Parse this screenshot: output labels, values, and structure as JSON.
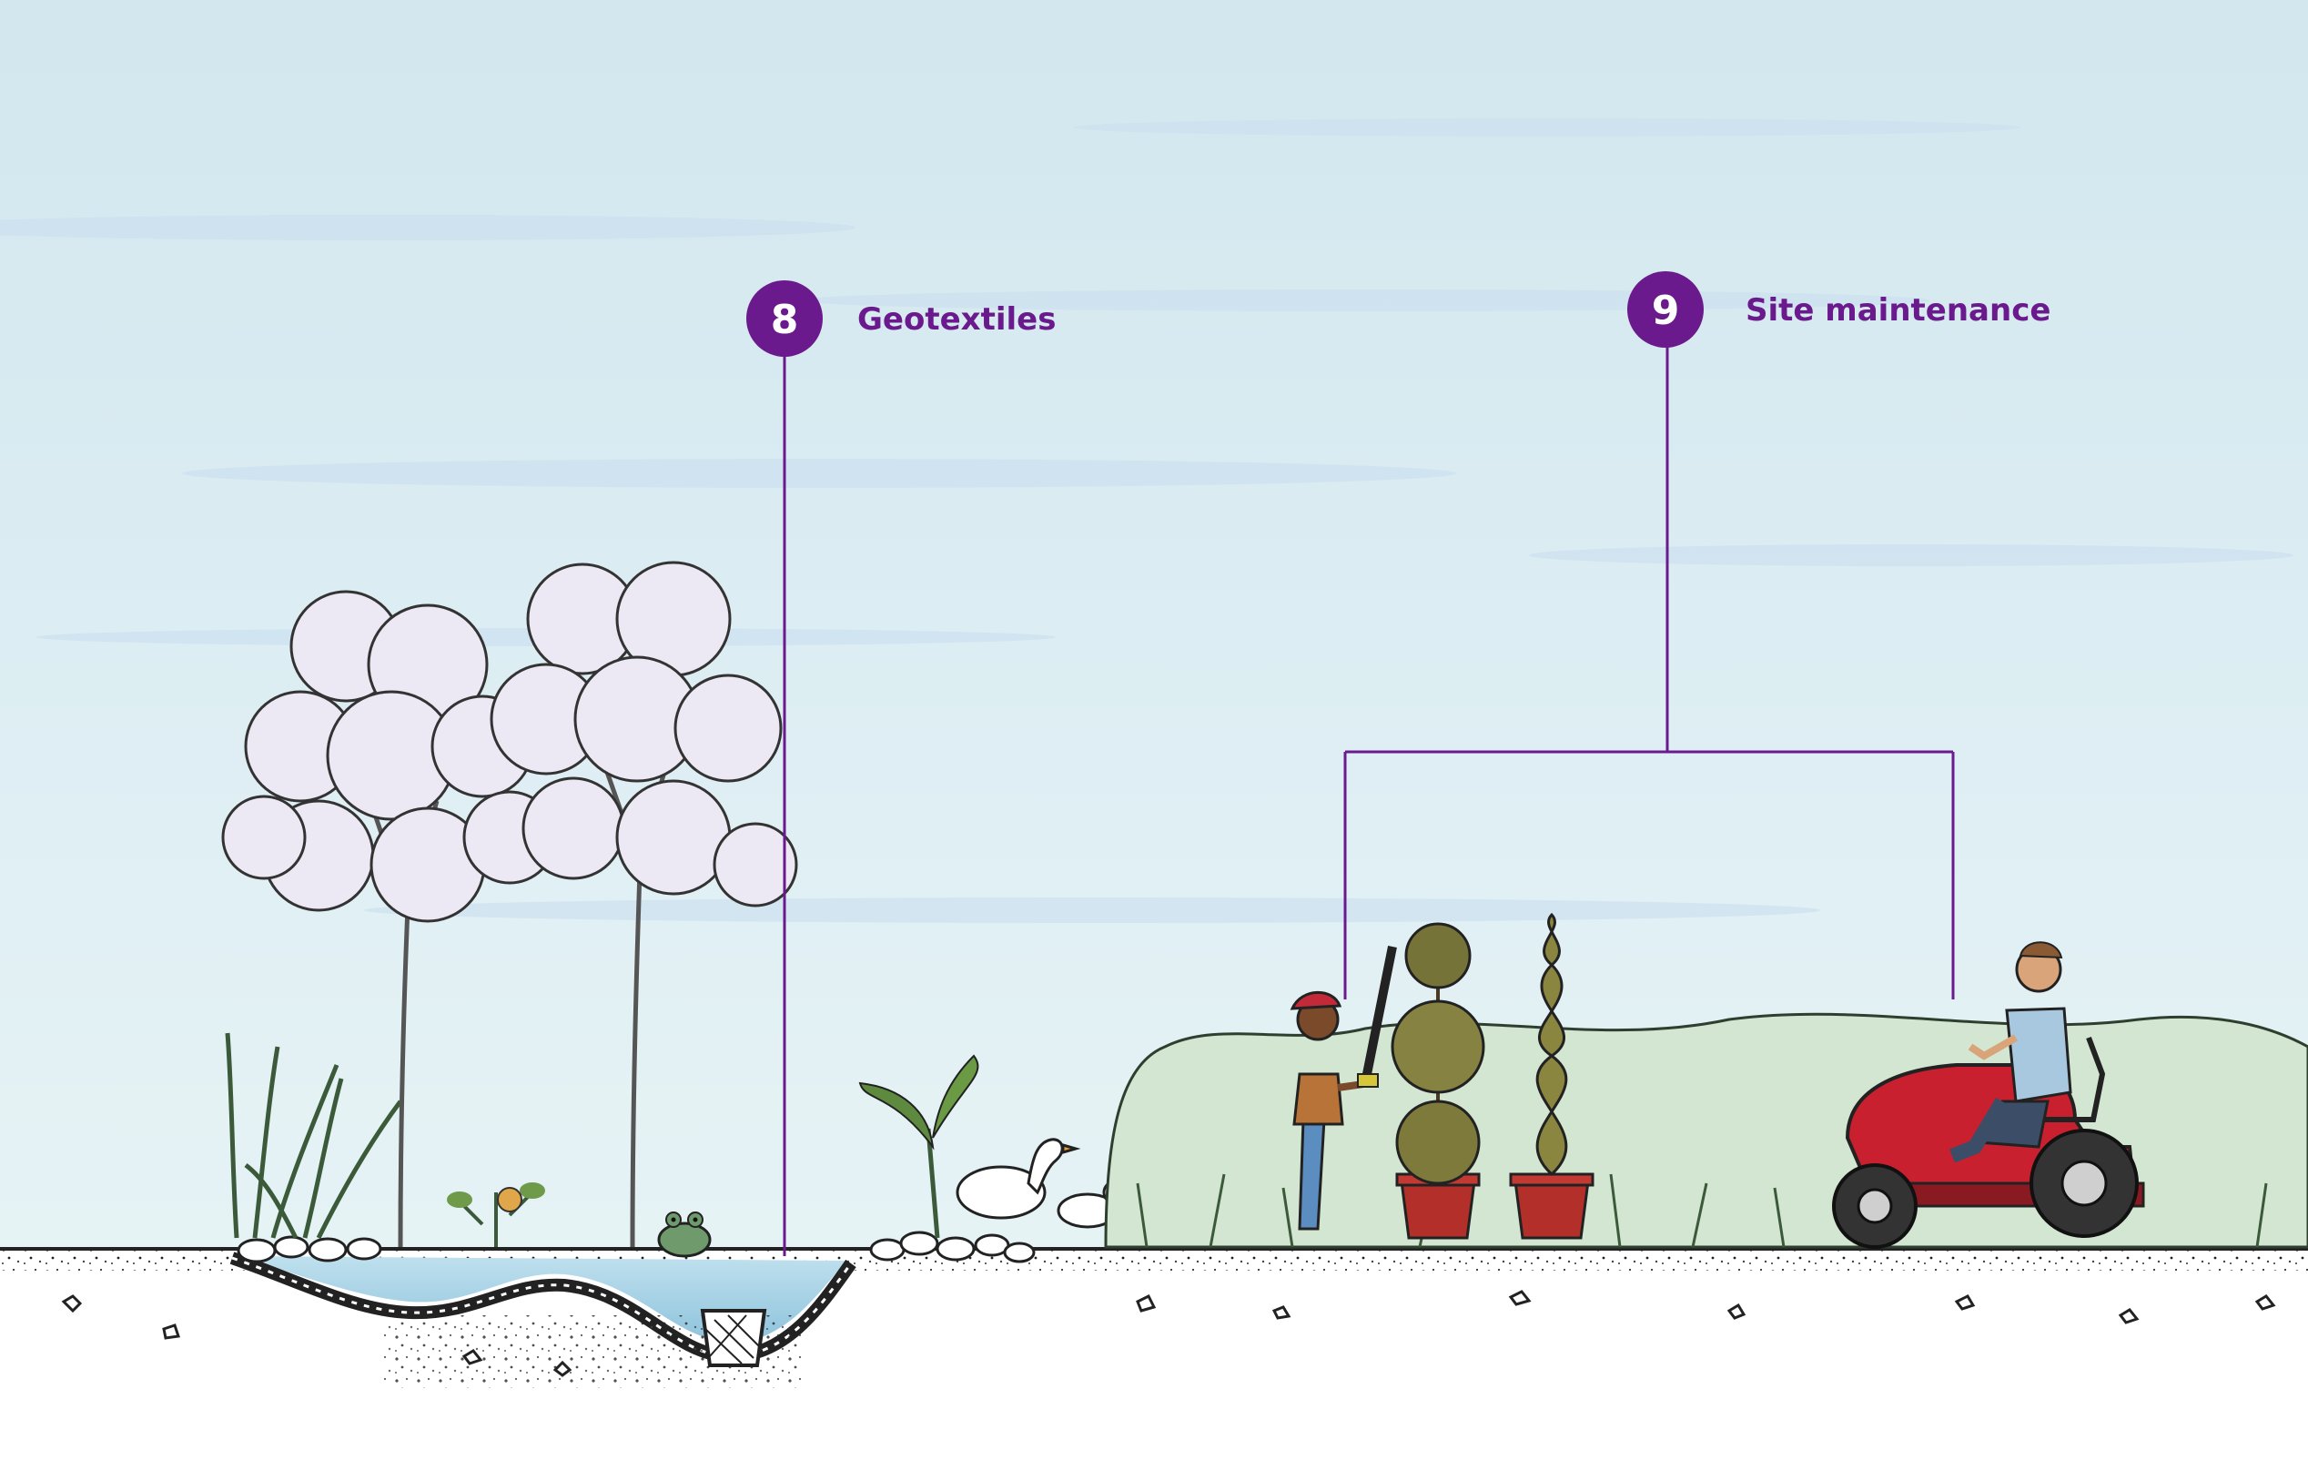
{
  "callouts": [
    {
      "number": "8",
      "label": "Geotextiles"
    },
    {
      "number": "9",
      "label": "Site maintenance"
    }
  ],
  "colors": {
    "accent": "#6a1a8c",
    "sky_top": "#d3e8ef",
    "sky_bottom": "#e4f2f5",
    "ground": "#ffffff",
    "water": "#a9d3e6",
    "hedge": "#cfe3cf",
    "topiary": "#7d7a3c",
    "pot": "#b0302a",
    "mower": "#c8202e"
  },
  "icons": [
    "tree",
    "reeds",
    "pond",
    "frog",
    "duck",
    "hedge",
    "topiary-tree",
    "gardener",
    "riding-mower"
  ]
}
